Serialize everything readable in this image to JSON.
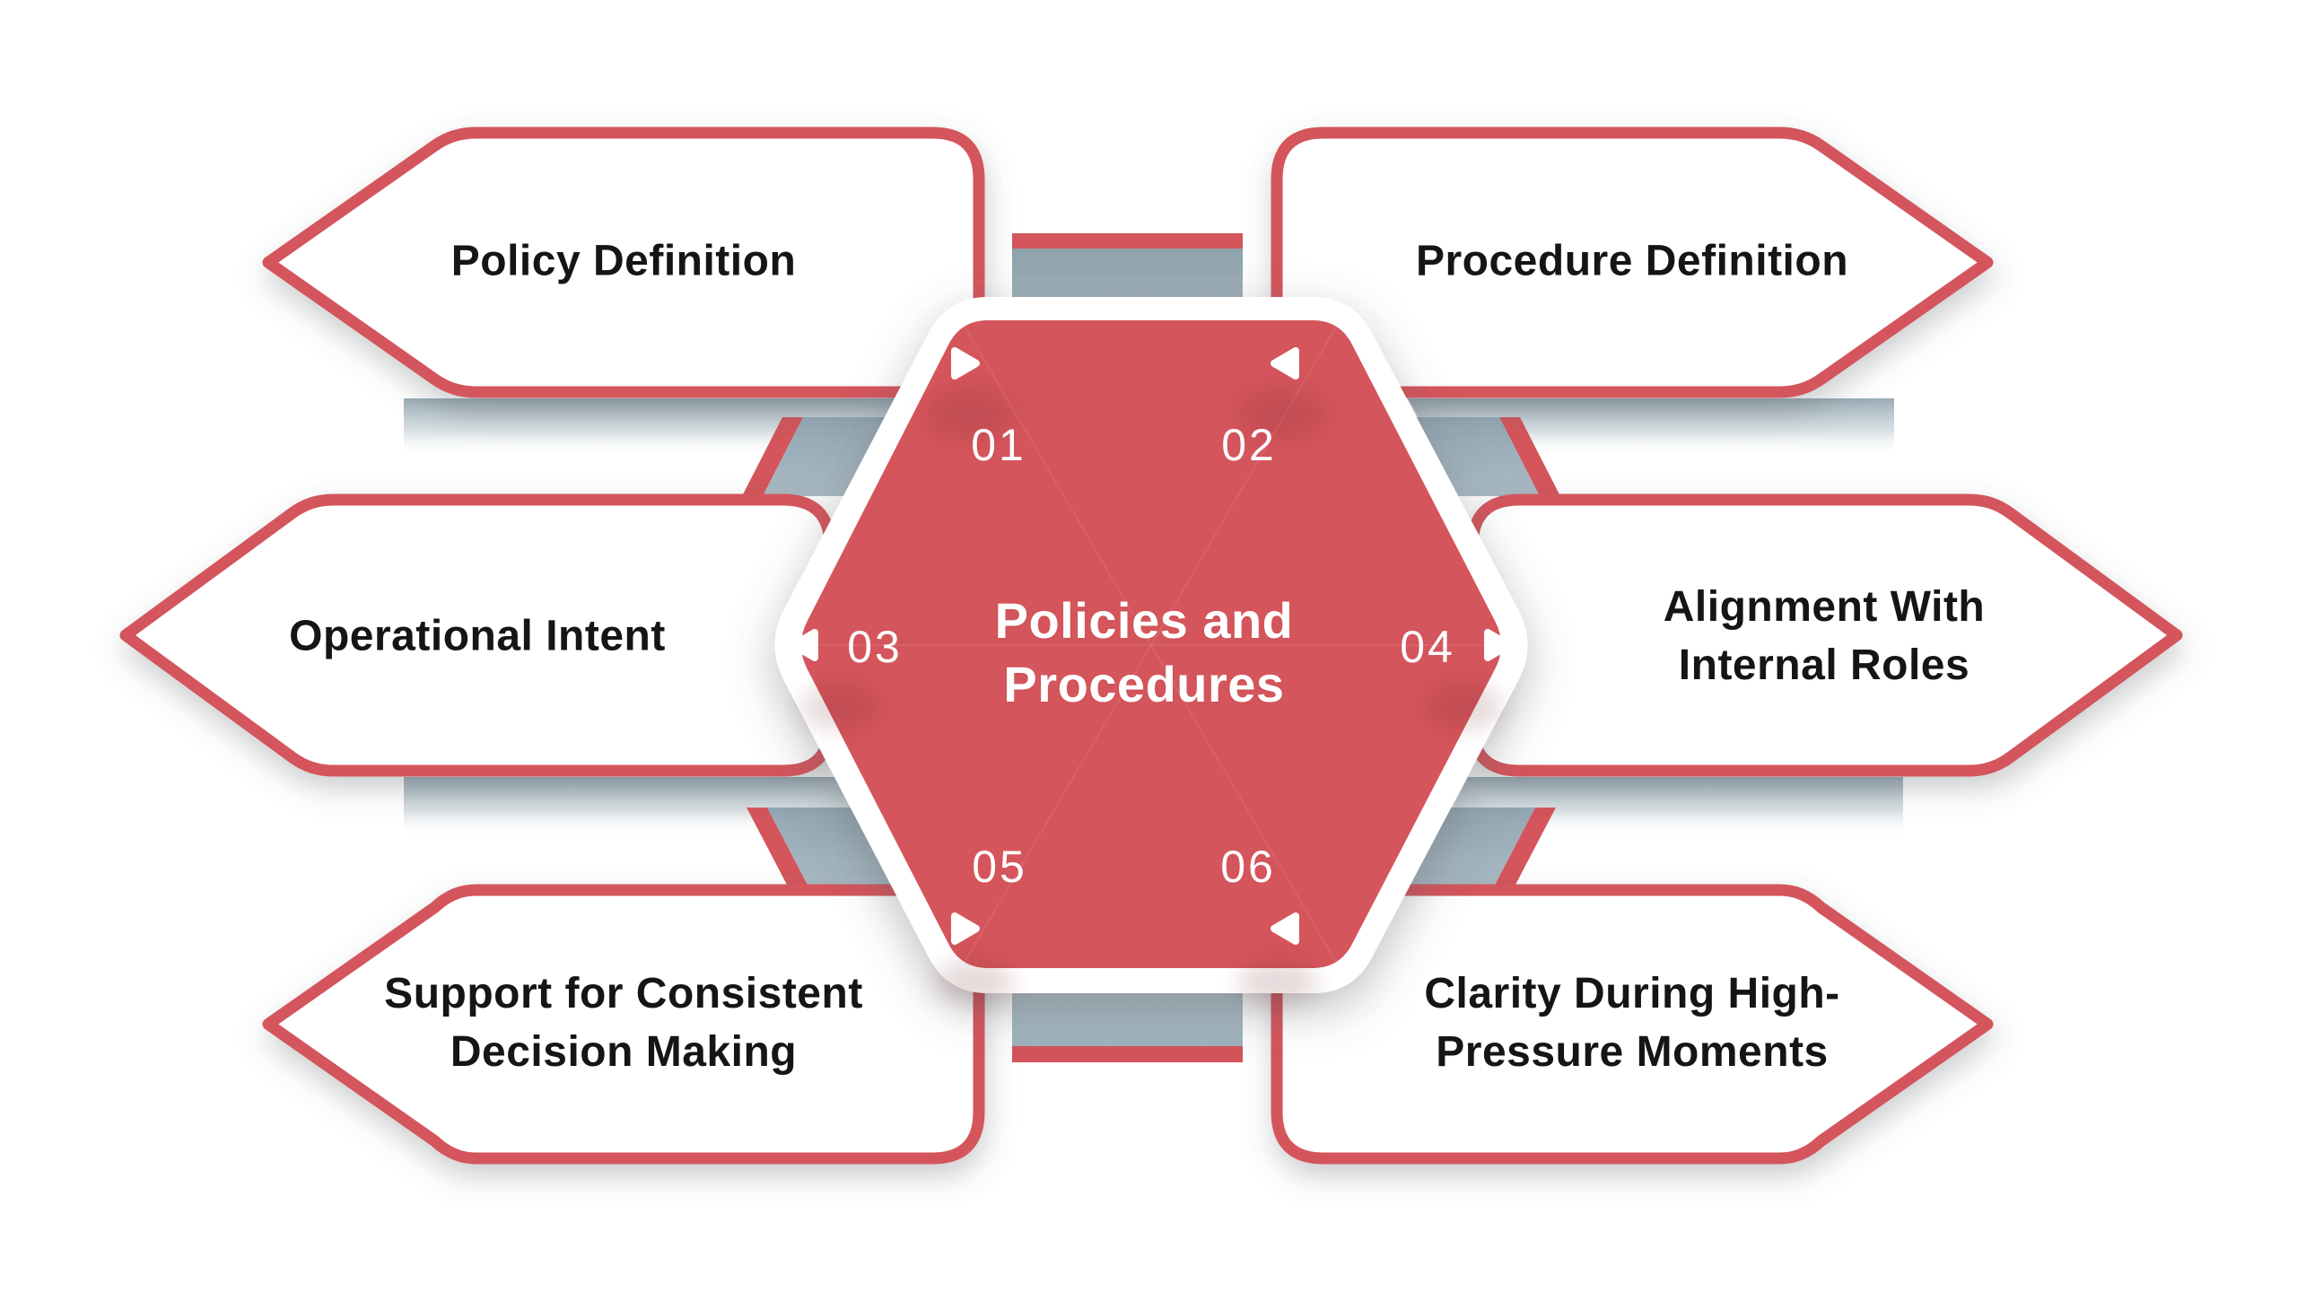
{
  "title": {
    "line1": "Policies and",
    "line2": "Procedures"
  },
  "items": [
    {
      "number": "01",
      "label": "Policy Definition",
      "position": "top-left"
    },
    {
      "number": "02",
      "label": "Procedure Definition",
      "position": "top-right"
    },
    {
      "number": "03",
      "label": "Operational Intent",
      "position": "middle-left"
    },
    {
      "number": "04",
      "label": "Alignment With Internal Roles",
      "position": "middle-right"
    },
    {
      "number": "05",
      "label": "Support for Consistent Decision Making",
      "position": "bottom-left"
    },
    {
      "number": "06",
      "label": "Clarity During High-Pressure Moments",
      "position": "bottom-right"
    }
  ],
  "colors": {
    "accent_red": "#d4555b",
    "band_gray_dark": "#8fa2ac",
    "band_gray_light": "#b8c8d0",
    "text_dark": "#151515",
    "text_white": "#ffffff",
    "background": "#ffffff"
  }
}
